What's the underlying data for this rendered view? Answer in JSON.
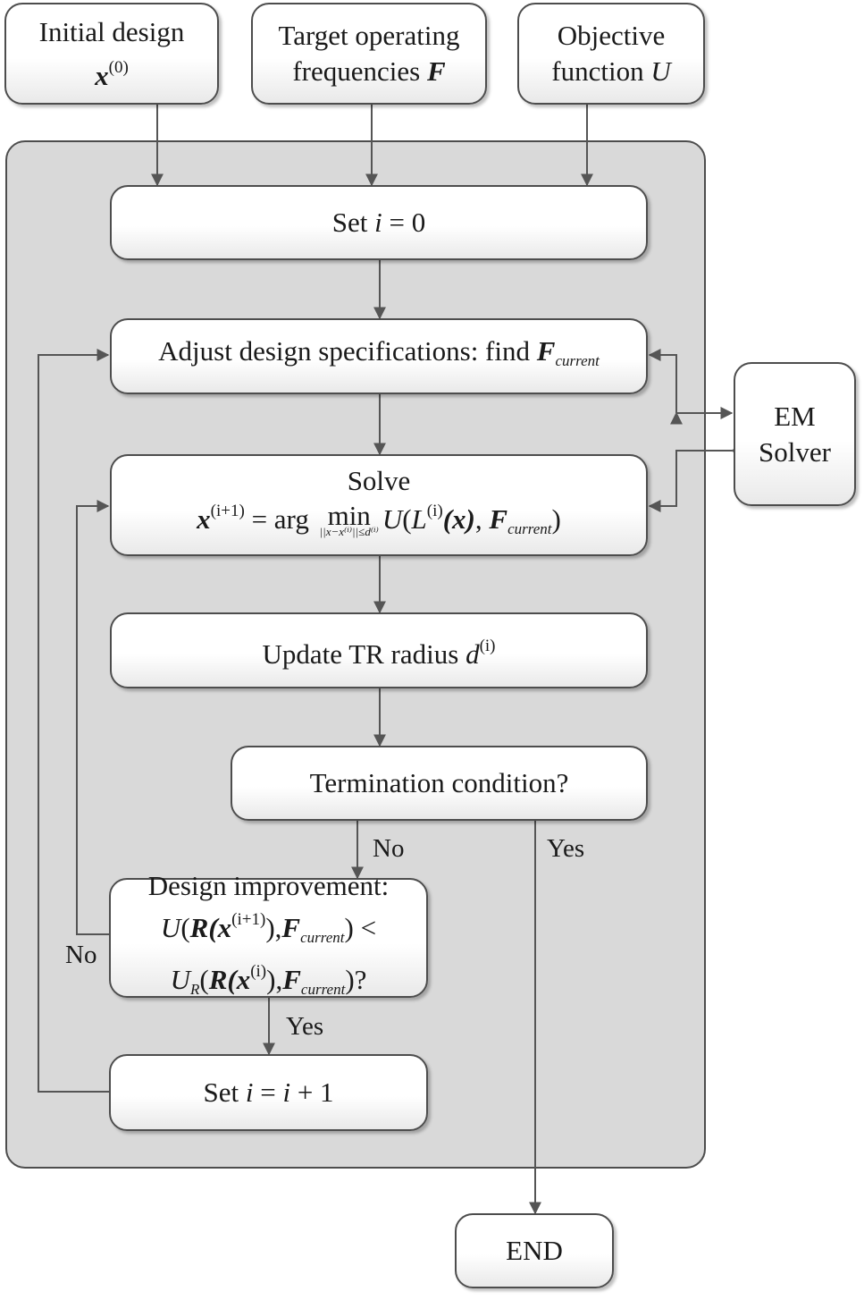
{
  "inputs": {
    "initial": {
      "line1": "Initial design",
      "var": "x",
      "sup": "(0)"
    },
    "target": {
      "line1": "Target operating",
      "line2": "frequencies",
      "var": "F"
    },
    "objective": {
      "line1": "Objective",
      "line2": "function",
      "var": "U"
    }
  },
  "steps": {
    "set_i0": {
      "pre": "Set ",
      "var": "i",
      "post": " = 0"
    },
    "adjust": {
      "text": "Adjust design specifications: find ",
      "var": "F",
      "sub": "current"
    },
    "solve": {
      "title": "Solve",
      "lhs_var": "x",
      "lhs_sup": "(i+1)",
      "eq": " = arg ",
      "op": "min",
      "op_limit": "||x−x⁽ⁱ⁾||≤d⁽ⁱ⁾",
      "fn": "U",
      "lparen": "(",
      "L": "L",
      "L_sup": "(i)",
      "arg": "(x)",
      "sep": ", ",
      "F": "F",
      "F_sub": "current",
      "rparen": ")"
    },
    "update": {
      "text": "Update TR radius ",
      "var": "d",
      "sup": "(i)"
    },
    "termination": {
      "text": "Termination condition?"
    },
    "improvement": {
      "title": "Design improvement:",
      "l2": {
        "U": "U",
        "open": "(",
        "R": "R",
        "x": "(x",
        "sup": "(i+1)",
        "close": "),",
        "F": "F",
        "sub": "current",
        "end": ") <"
      },
      "l3": {
        "U": "U",
        "U_sub": "R",
        "open": "(",
        "R": "R",
        "x": "(x",
        "sup": "(i)",
        "close": "),",
        "F": "F",
        "sub": "current",
        "end": ")?"
      }
    },
    "set_inc": {
      "pre": "Set ",
      "var1": "i",
      "eq": " = ",
      "var2": "i",
      "post": " + 1"
    }
  },
  "em_solver": {
    "line1": "EM",
    "line2": "Solver"
  },
  "end": {
    "text": "END"
  },
  "labels": {
    "no_termination": "No",
    "yes_termination": "Yes",
    "no_improvement": "No",
    "yes_improvement": "Yes"
  }
}
